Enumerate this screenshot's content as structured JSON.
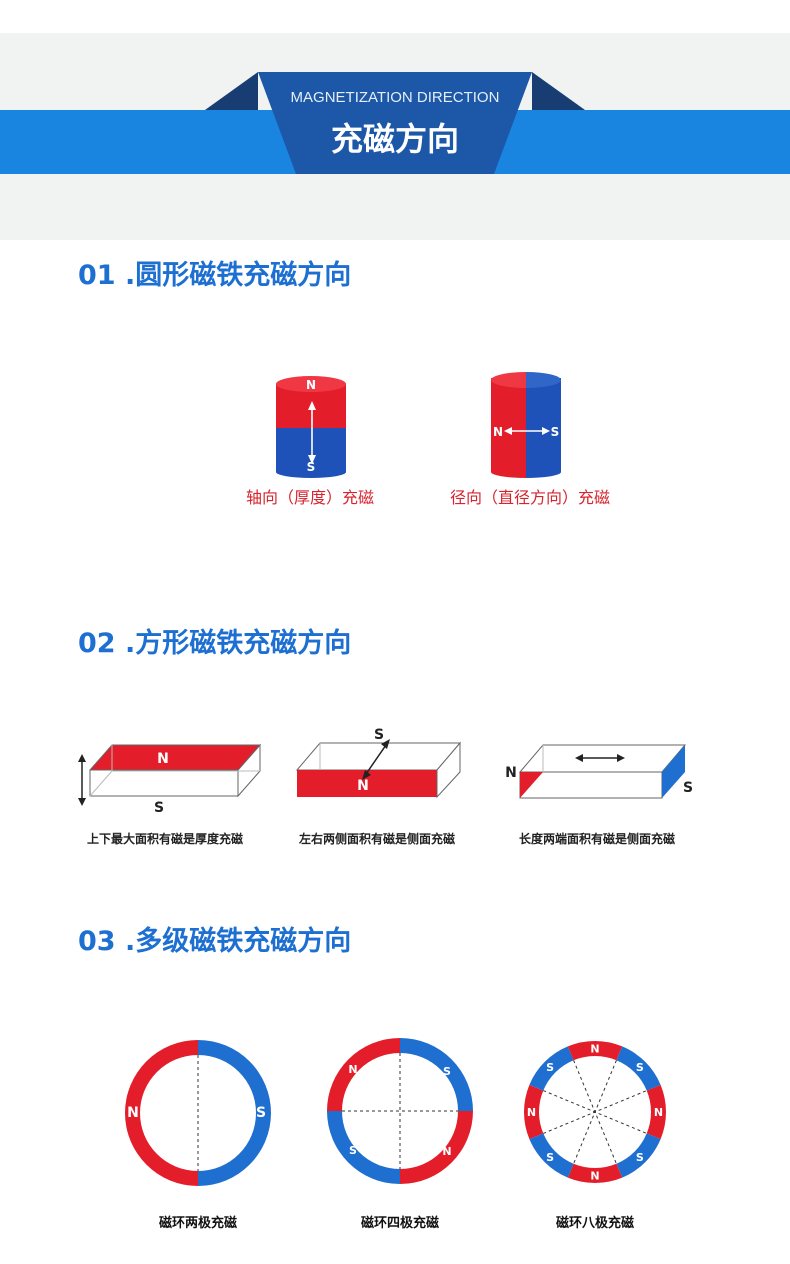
{
  "banner": {
    "subtitle_en": "MAGNETIZATION DIRECTION",
    "title_cn": "充磁方向"
  },
  "sections": [
    {
      "title": "01 .圆形磁铁充磁方向",
      "items": [
        {
          "caption": "轴向（厚度）充磁",
          "labels": [
            "N",
            "S"
          ]
        },
        {
          "caption": "径向（直径方向）充磁",
          "labels": [
            "N",
            "S"
          ]
        }
      ]
    },
    {
      "title": "02 .方形磁铁充磁方向",
      "items": [
        {
          "caption": "上下最大面积有磁是厚度充磁",
          "labels": [
            "N",
            "S"
          ]
        },
        {
          "caption": "左右两侧面积有磁是侧面充磁",
          "labels": [
            "S",
            "N"
          ]
        },
        {
          "caption": "长度两端面积有磁是侧面充磁",
          "labels": [
            "N",
            "S"
          ]
        }
      ]
    },
    {
      "title": "03 .多级磁铁充磁方向",
      "items": [
        {
          "caption": "磁环两极充磁",
          "labels": [
            "N",
            "S"
          ]
        },
        {
          "caption": "磁环四极充磁",
          "labels": [
            "N",
            "S",
            "N",
            "S"
          ]
        },
        {
          "caption": "磁环八极充磁",
          "labels": [
            "N",
            "S",
            "N",
            "S",
            "N",
            "S",
            "N",
            "S"
          ]
        }
      ]
    }
  ],
  "colors": {
    "red": "#e31e2a",
    "blue": "#1f6fd1",
    "dark_blue": "#1c4f96",
    "banner_blue": "#1a85e0",
    "title_blue": "#1d6fd1"
  }
}
